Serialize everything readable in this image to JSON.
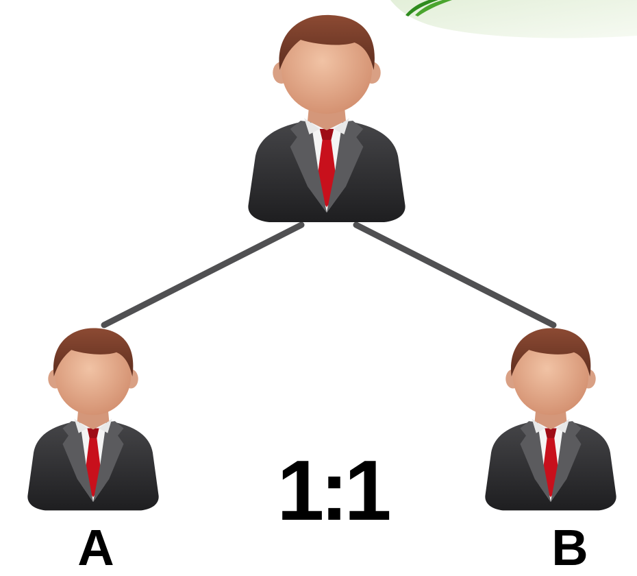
{
  "diagram": {
    "ratio_text": "1:1",
    "nodes": {
      "top": {
        "label": ""
      },
      "left": {
        "label": "A"
      },
      "right": {
        "label": "B"
      }
    },
    "colors": {
      "suit": "#2f2f31",
      "lapel": "#5b5b5e",
      "shirt": "#f4f4f4",
      "tie": "#c8101c",
      "skin": "#e0a98a",
      "hair": "#7a3f2c",
      "connector": "#505052",
      "corner_leaf": "#2e8b1e",
      "corner_shape": "#eef5e8"
    },
    "icons": {
      "person": "businessman-icon",
      "corner": "leaf-icon"
    }
  }
}
